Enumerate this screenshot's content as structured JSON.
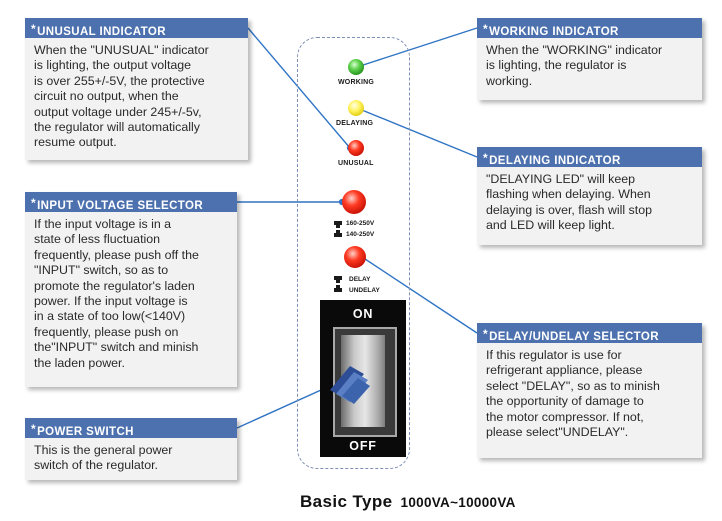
{
  "panel": {
    "indicators": [
      {
        "label": "WORKING",
        "color": "#3cb83a"
      },
      {
        "label": "DELAYING",
        "color": "#f4ea2b"
      },
      {
        "label": "UNUSUAL",
        "color": "#e02010"
      }
    ],
    "input_selector": {
      "options": [
        "160-250V",
        "140-250V"
      ]
    },
    "delay_selector": {
      "options": [
        "DELAY",
        "UNDELAY"
      ]
    },
    "power_switch": {
      "on_label": "ON",
      "off_label": "OFF"
    }
  },
  "callouts": {
    "unusual": {
      "star": "*",
      "title": "UNUSUAL INDICATOR",
      "text": "When the \"UNUSUAL\" indicator\nis lighting, the output voltage\nis over 255+/-5V, the protective\ncircuit no output, when the\noutput voltage under 245+/-5v,\nthe regulator will automatically\nresume output."
    },
    "input_voltage": {
      "star": "*",
      "title": "INPUT VOLTAGE SELECTOR",
      "text": "If the input voltage is in a\nstate of less fluctuation\nfrequently, please push off the\n\"INPUT\" switch, so as to\npromote the regulator's laden\npower. If the input voltage is\nin a state of too low(<140V)\nfrequently, please push on\nthe\"INPUT\" switch and minish\nthe laden power."
    },
    "power_switch": {
      "star": "*",
      "title": "POWER SWITCH",
      "text": "This is the general power\nswitch of the regulator."
    },
    "working": {
      "star": "*",
      "title": "WORKING INDICATOR",
      "text": "When the \"WORKING\" indicator\nis lighting, the regulator is\nworking."
    },
    "delaying": {
      "star": "*",
      "title": "DELAYING INDICATOR",
      "text": "\"DELAYING LED\" will keep\nflashing when delaying. When\ndelaying is over, flash will stop\nand LED will keep light."
    },
    "delay_undelay": {
      "star": "*",
      "title": "DELAY/UNDELAY SELECTOR",
      "text": "If this regulator is use for\nrefrigerant appliance, please\nselect \"DELAY\", so as to minish\nthe opportunity of damage to\nthe motor compressor. If not,\nplease select\"UNDELAY\"."
    }
  },
  "footer": {
    "title": "Basic Type",
    "range": "1000VA~10000VA"
  },
  "colors": {
    "header_blue": "#4d71ae",
    "connector_blue": "#2f74c4",
    "box_bg": "#f2f2f2"
  }
}
